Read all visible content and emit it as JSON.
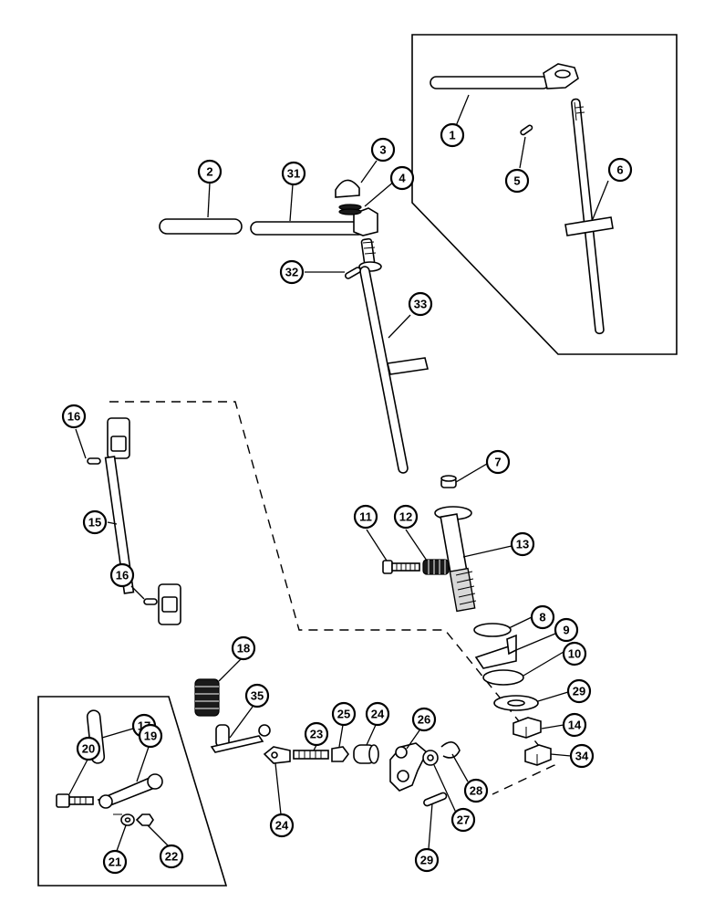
{
  "diagram": {
    "callouts": [
      {
        "id": "c1",
        "label": "1"
      },
      {
        "id": "c2",
        "label": "2"
      },
      {
        "id": "c3",
        "label": "3"
      },
      {
        "id": "c4",
        "label": "4"
      },
      {
        "id": "c5",
        "label": "5"
      },
      {
        "id": "c6",
        "label": "6"
      },
      {
        "id": "c31",
        "label": "31"
      },
      {
        "id": "c32",
        "label": "32"
      },
      {
        "id": "c33",
        "label": "33"
      },
      {
        "id": "c7",
        "label": "7"
      },
      {
        "id": "c11",
        "label": "11"
      },
      {
        "id": "c12",
        "label": "12"
      },
      {
        "id": "c13",
        "label": "13"
      },
      {
        "id": "c8",
        "label": "8"
      },
      {
        "id": "c9",
        "label": "9"
      },
      {
        "id": "c10",
        "label": "10"
      },
      {
        "id": "c29a",
        "label": "29"
      },
      {
        "id": "c14",
        "label": "14"
      },
      {
        "id": "c34",
        "label": "34"
      },
      {
        "id": "c16a",
        "label": "16"
      },
      {
        "id": "c15",
        "label": "15"
      },
      {
        "id": "c16b",
        "label": "16"
      },
      {
        "id": "c18",
        "label": "18"
      },
      {
        "id": "c35",
        "label": "35"
      },
      {
        "id": "c17",
        "label": "17"
      },
      {
        "id": "c19",
        "label": "19"
      },
      {
        "id": "c20",
        "label": "20"
      },
      {
        "id": "c21",
        "label": "21"
      },
      {
        "id": "c22",
        "label": "22"
      },
      {
        "id": "c23",
        "label": "23"
      },
      {
        "id": "c25",
        "label": "25"
      },
      {
        "id": "c24a",
        "label": "24"
      },
      {
        "id": "c24b",
        "label": "24"
      },
      {
        "id": "c26",
        "label": "26"
      },
      {
        "id": "c28",
        "label": "28"
      },
      {
        "id": "c27",
        "label": "27"
      },
      {
        "id": "c29b",
        "label": "29"
      }
    ]
  }
}
